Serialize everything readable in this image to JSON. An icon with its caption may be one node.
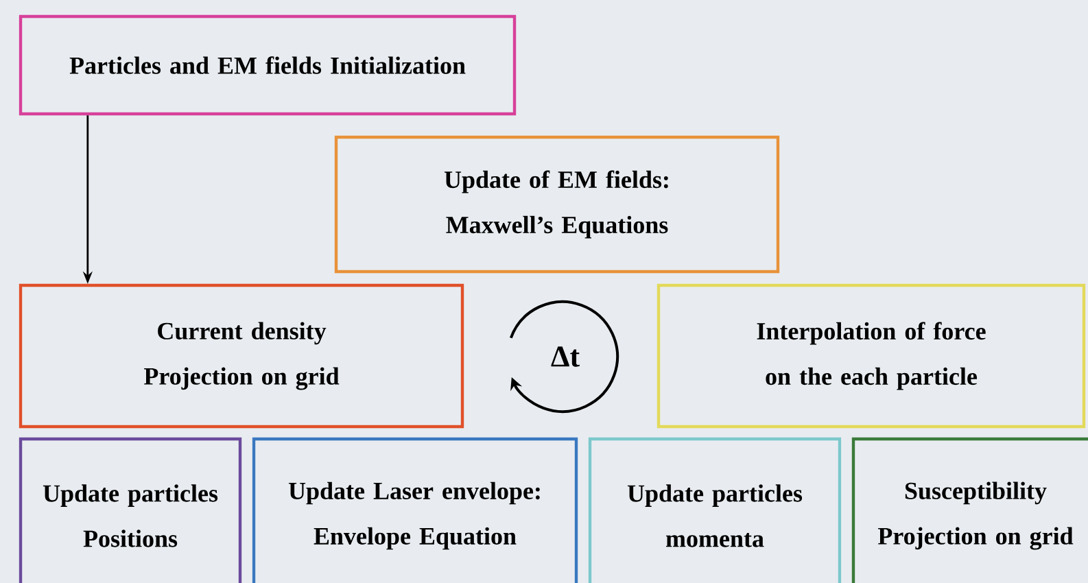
{
  "diagram": {
    "nodes": [
      {
        "text": [
          "Particles and EM fields Initialization"
        ]
      },
      {
        "text": [
          "Update of EM fields: Maxwell’s Equations"
        ]
      },
      {
        "text": [
          "Current density Projection on grid"
        ]
      },
      {
        "text": [
          "Interpolation of force on the each particle"
        ]
      },
      {
        "text": [
          "Update particles Positions"
        ]
      },
      {
        "text": [
          "Update Laser envelope: Envelope Equation"
        ]
      },
      {
        "text": [
          "Update particles momenta"
        ]
      },
      {
        "text": [
          "Susceptibility Projection on grid"
        ]
      }
    ],
    "edges": [
      {
        "from": 0,
        "to": 2,
        "arrow": "to"
      }
    ],
    "labels": [
      "Δt"
    ]
  }
}
